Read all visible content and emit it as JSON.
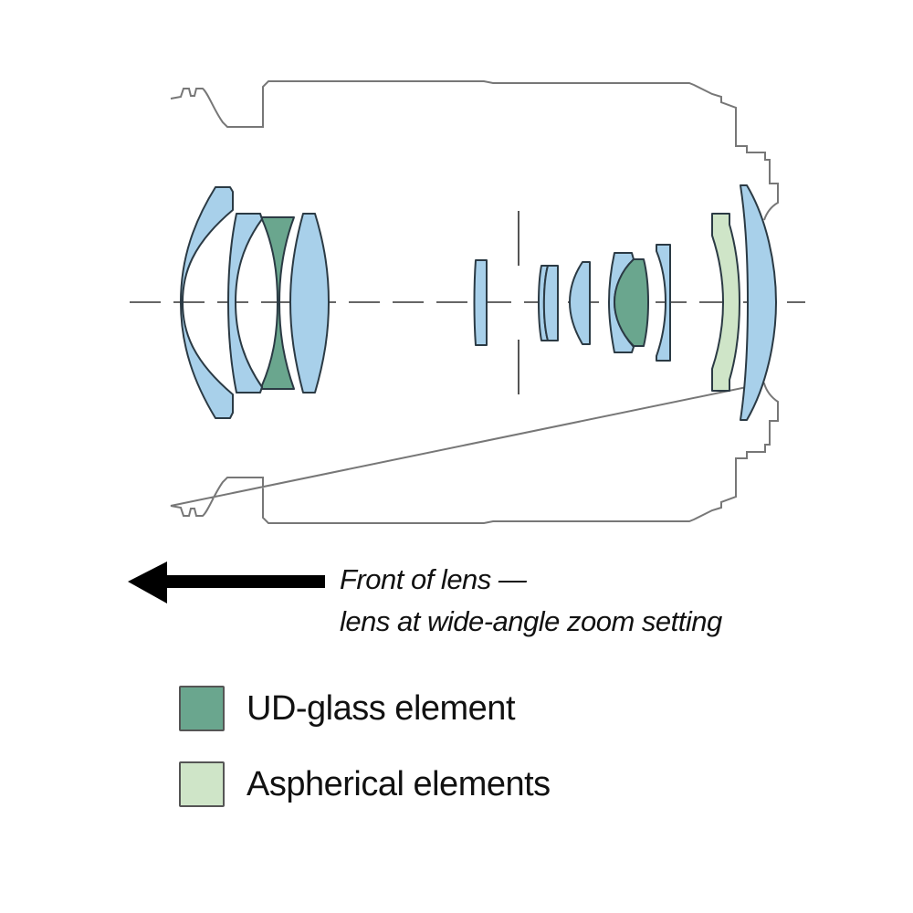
{
  "title": "Lens element construction diagram",
  "colors": {
    "standard_element": "#a8d0ea",
    "ud_glass": "#6aa68e",
    "aspherical": "#cfe5c8",
    "outline": "#2b3a44",
    "barrel": "#777777",
    "axis": "#666666",
    "arrow": "#000000"
  },
  "caption": {
    "line1": "Front of lens —",
    "line2": "lens at wide-angle zoom setting",
    "arrow_icon": "arrow-left-icon"
  },
  "legend": [
    {
      "label": "UD-glass element",
      "color": "#6aa68e"
    },
    {
      "label": "Aspherical elements",
      "color": "#cfe5c8"
    }
  ],
  "elements": [
    {
      "id": 1,
      "group": "front",
      "type": "standard"
    },
    {
      "id": 2,
      "group": "front",
      "type": "standard"
    },
    {
      "id": 3,
      "group": "front",
      "type": "ud_glass"
    },
    {
      "id": 4,
      "group": "front",
      "type": "standard"
    },
    {
      "id": 5,
      "group": "middle",
      "type": "standard"
    },
    {
      "id": 6,
      "group": "rear",
      "type": "standard"
    },
    {
      "id": 7,
      "group": "rear",
      "type": "standard"
    },
    {
      "id": 8,
      "group": "rear",
      "type": "standard"
    },
    {
      "id": 9,
      "group": "rear",
      "type": "standard"
    },
    {
      "id": 10,
      "group": "rear",
      "type": "ud_glass"
    },
    {
      "id": 11,
      "group": "rear",
      "type": "standard"
    },
    {
      "id": 12,
      "group": "rear",
      "type": "aspherical"
    },
    {
      "id": 13,
      "group": "rear",
      "type": "standard"
    }
  ]
}
